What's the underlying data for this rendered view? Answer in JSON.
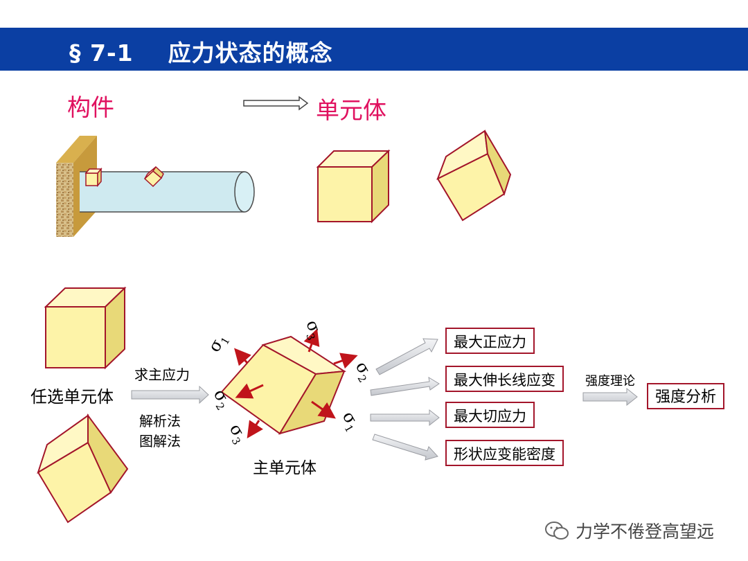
{
  "header": {
    "title": "§ 7-1    应力状态的概念"
  },
  "top": {
    "member_label": "构件",
    "element_label": "单元体"
  },
  "bottom": {
    "any_element_label": "任选单元体",
    "find_principal_label": "求主应力",
    "method1": "解析法",
    "method2": "图解法",
    "principal_element_label": "主单元体",
    "stress_symbol": "σ",
    "sub1": "1",
    "sub2": "2",
    "sub3": "3",
    "results": [
      "最大正应力",
      "最大伸长线应变",
      "最大切应力",
      "形状应变能密度"
    ],
    "strength_theory_label": "强度理论",
    "strength_analysis_label": "强度分析"
  },
  "watermark": {
    "text": "力学不倦登高望远",
    "icon": "wechat-icon"
  },
  "colors": {
    "title_bar": "#0b3fa3",
    "red_label": "#e0115f",
    "cube_fill": "#fdf3a8",
    "cube_edge": "#a3152a",
    "cylinder": "#cfeaf0",
    "wall": "#c8a24b",
    "stress_arrow": "#c0141b",
    "box_border": "#a3152a",
    "flow_arrow": "#d9dbe0"
  }
}
